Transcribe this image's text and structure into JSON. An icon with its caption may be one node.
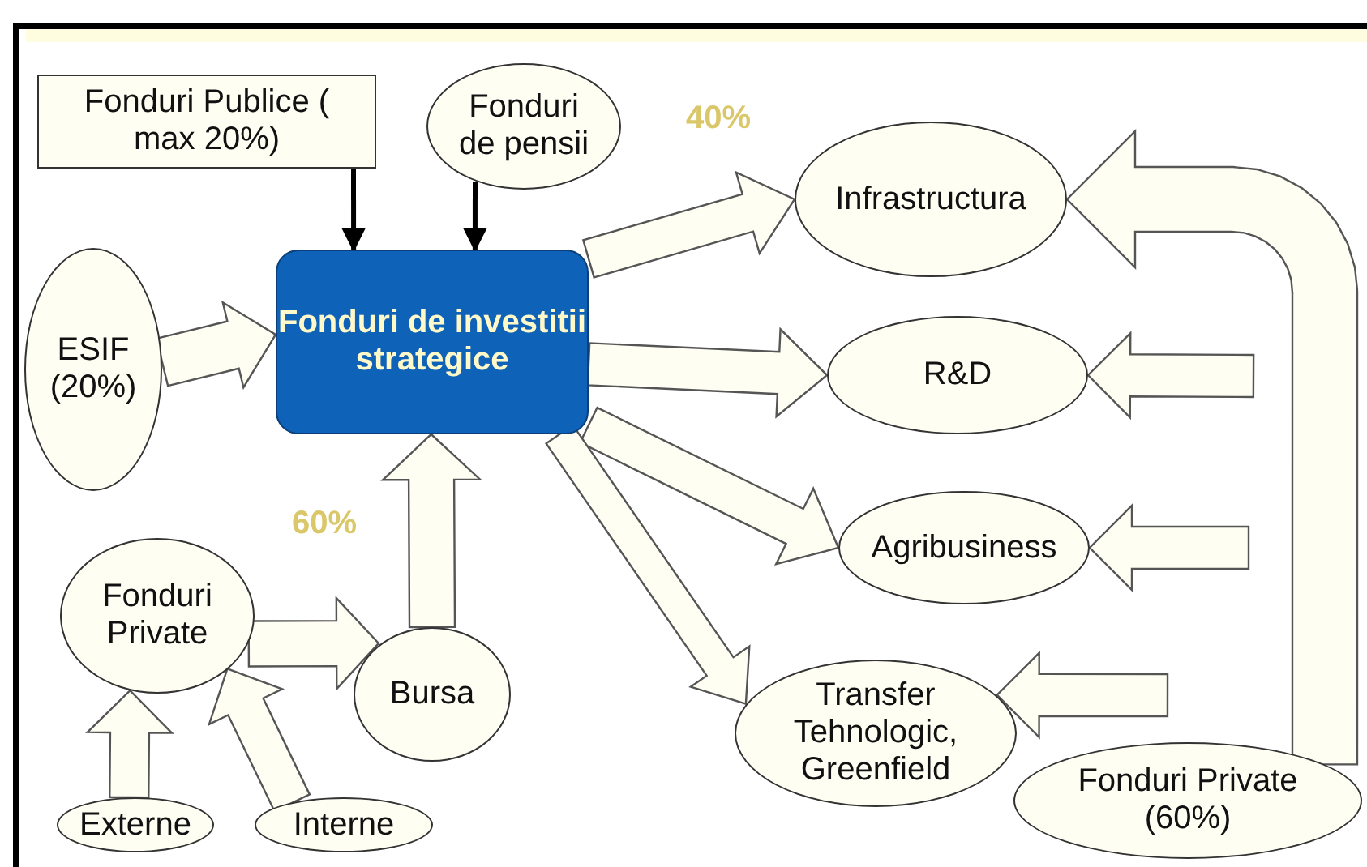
{
  "diagram": {
    "nodes": [
      {
        "text": [
          "Fonduri Publice ( max 20%)"
        ]
      },
      {
        "text": [
          "Fonduri de pensii"
        ]
      },
      {
        "text": [
          "Fonduri de investitii strategice"
        ]
      },
      {
        "text": [
          "ESIF (20%)"
        ]
      },
      {
        "text": [
          "Infrastructura"
        ]
      },
      {
        "text": [
          "R&D"
        ]
      },
      {
        "text": [
          "Agribusiness"
        ]
      },
      {
        "text": [
          "Transfer Tehnologic, Greenfield"
        ]
      },
      {
        "text": [
          "Fonduri Private (60%)"
        ]
      },
      {
        "text": [
          "Fonduri Private"
        ]
      },
      {
        "text": [
          "Bursa"
        ]
      },
      {
        "text": [
          "Externe"
        ]
      },
      {
        "text": [
          "Interne"
        ]
      }
    ],
    "edges": [
      {
        "from": 0,
        "to": 2,
        "arrow": "to"
      },
      {
        "from": 1,
        "to": 2,
        "arrow": "to"
      },
      {
        "from": 3,
        "to": 2,
        "arrow": "to",
        "style": "thick"
      },
      {
        "from": 10,
        "to": 2,
        "arrow": "to",
        "style": "thick"
      },
      {
        "from": 9,
        "to": 10,
        "arrow": "to",
        "style": "thick"
      },
      {
        "from": 11,
        "to": 9,
        "arrow": "to",
        "style": "thick"
      },
      {
        "from": 12,
        "to": 9,
        "arrow": "to",
        "style": "thick"
      },
      {
        "from": 2,
        "to": 4,
        "arrow": "to",
        "style": "thick"
      },
      {
        "from": 2,
        "to": 5,
        "arrow": "to",
        "style": "thick"
      },
      {
        "from": 2,
        "to": 6,
        "arrow": "to",
        "style": "thick"
      },
      {
        "from": 2,
        "to": 7,
        "arrow": "to",
        "style": "thick"
      },
      {
        "from": 8,
        "to": 4,
        "arrow": "to",
        "style": "thick"
      },
      {
        "from": null,
        "to": 5,
        "arrow": "to",
        "style": "thick"
      },
      {
        "from": null,
        "to": 6,
        "arrow": "to",
        "style": "thick"
      },
      {
        "from": null,
        "to": 7,
        "arrow": "to",
        "style": "thick"
      }
    ],
    "labels": [
      "40%",
      "60%"
    ]
  }
}
